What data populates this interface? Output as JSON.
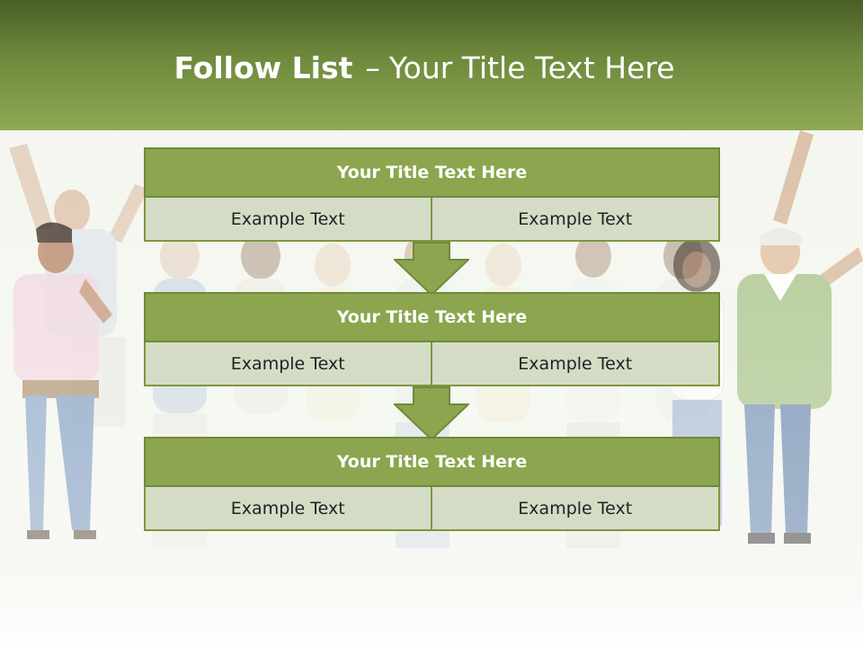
{
  "slide": {
    "title_bold": "Follow List",
    "title_separator": "–",
    "title_rest": "Your Title Text Here"
  },
  "steps": [
    {
      "title": "Your Title Text Here",
      "left": "Example Text",
      "right": "Example Text"
    },
    {
      "title": "Your Title Text Here",
      "left": "Example Text",
      "right": "Example Text"
    },
    {
      "title": "Your Title Text Here",
      "left": "Example Text",
      "right": "Example Text"
    }
  ],
  "colors": {
    "header_dark": "#4a5e28",
    "header_light": "#8fa955",
    "box_title": "#8da54e",
    "box_cell": "#d4dcc6",
    "arrow": "#8da54e"
  },
  "background_image": "faded-crowd-of-cheering-people-photo"
}
